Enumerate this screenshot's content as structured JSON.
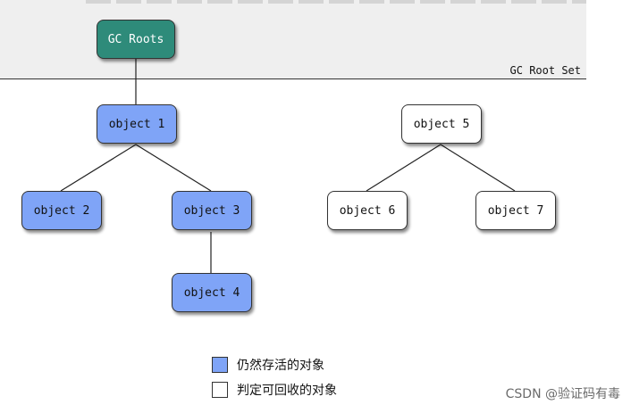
{
  "root_set_label": "GC Root Set",
  "nodes": {
    "gc_roots": "GC Roots",
    "object_1": "object 1",
    "object_2": "object 2",
    "object_3": "object 3",
    "object_4": "object 4",
    "object_5": "object 5",
    "object_6": "object 6",
    "object_7": "object 7"
  },
  "node_status": {
    "gc_roots": "root",
    "object_1": "alive",
    "object_2": "alive",
    "object_3": "alive",
    "object_4": "alive",
    "object_5": "collectable",
    "object_6": "collectable",
    "object_7": "collectable"
  },
  "edges": [
    [
      "gc_roots",
      "object_1"
    ],
    [
      "object_1",
      "object_2"
    ],
    [
      "object_1",
      "object_3"
    ],
    [
      "object_3",
      "object_4"
    ],
    [
      "object_5",
      "object_6"
    ],
    [
      "object_5",
      "object_7"
    ]
  ],
  "legend": {
    "alive_label": "仍然存活的对象",
    "collectable_label": "判定可回收的对象"
  },
  "colors": {
    "root": "#2e8b7a",
    "alive": "#7fa4f7",
    "collectable": "#ffffff"
  },
  "watermark": "CSDN @验证码有毒"
}
